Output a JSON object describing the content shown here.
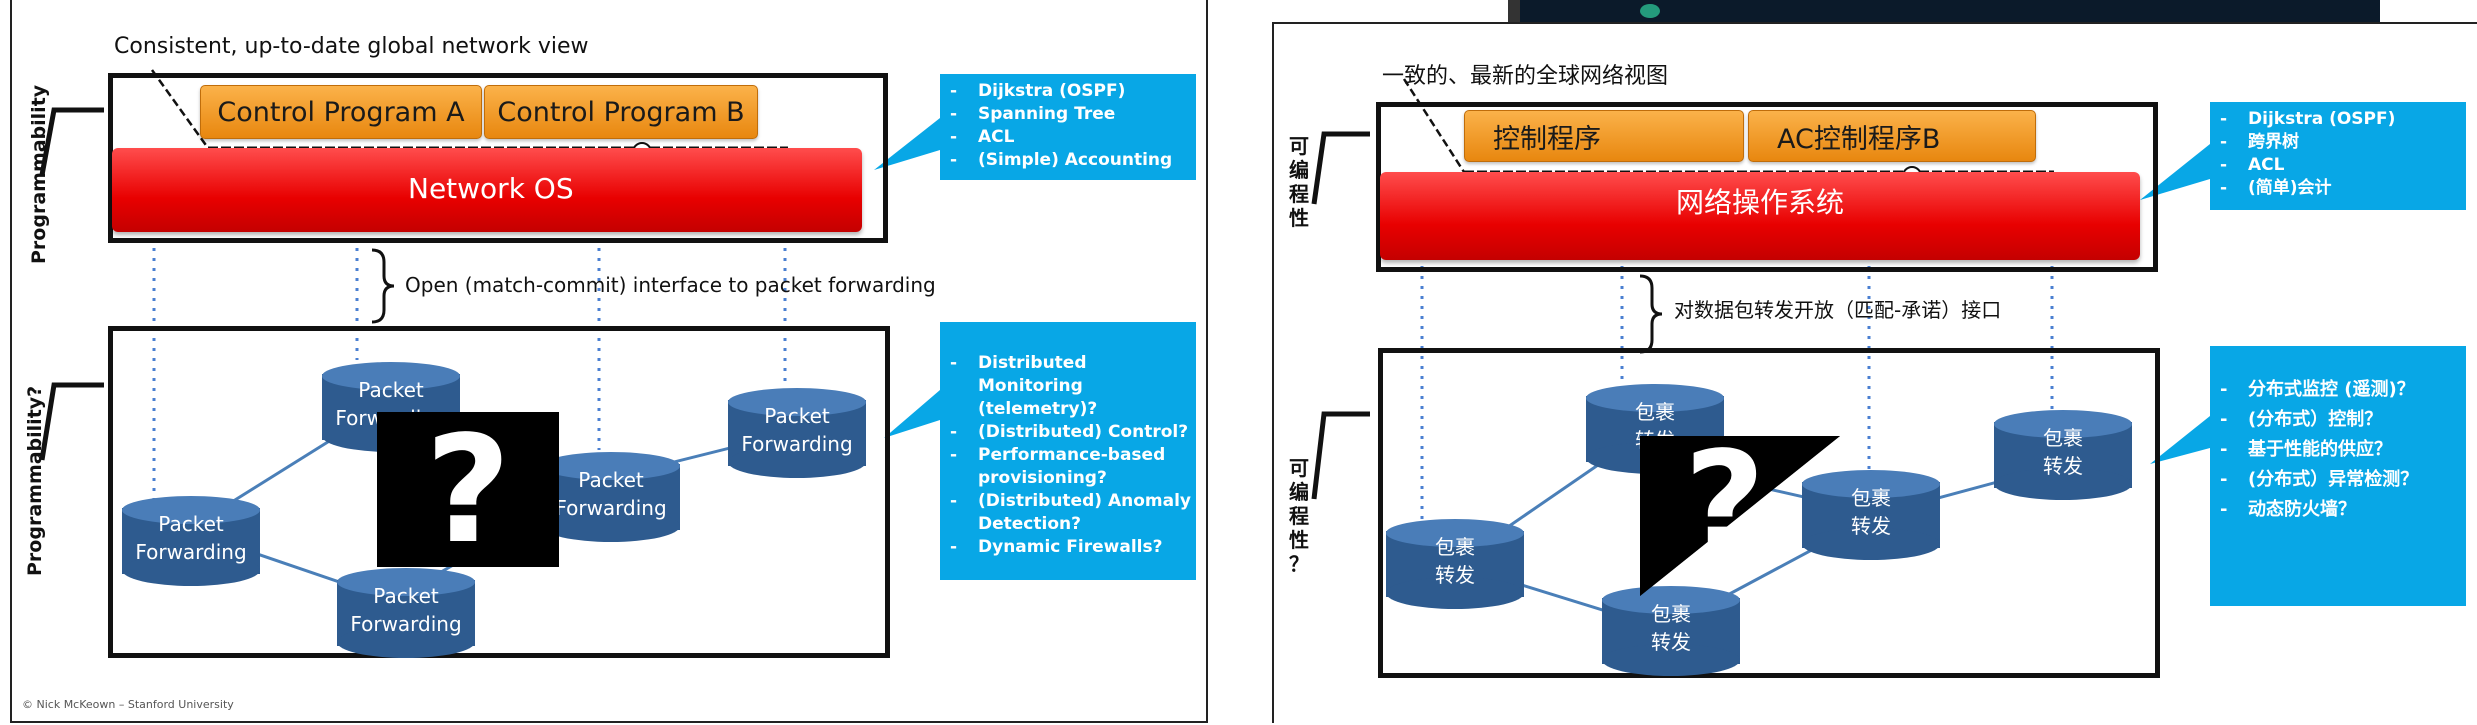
{
  "left": {
    "header": "Consistent, up-to-date global network view",
    "control_a": "Control Program A",
    "control_b": "Control Program B",
    "network_os": "Network OS",
    "interface_label": "Open (match-commit) interface to packet forwarding",
    "side_top": "Programmability",
    "side_bottom": "Programmability?",
    "callout_top": [
      "Dijkstra (OSPF)",
      "Spanning Tree",
      "ACL",
      "(Simple) Accounting"
    ],
    "callout_bottom": [
      "Distributed Monitoring (telemetry)?",
      "(Distributed) Control?",
      "Performance-based provisioning?",
      "(Distributed) Anomaly Detection?",
      "Dynamic Firewalls?"
    ],
    "nodes": [
      {
        "line1": "Packet",
        "line2": "Forwarding"
      },
      {
        "line1": "Packet",
        "line2": "Forwarding"
      },
      {
        "line1": "Packet",
        "line2": "Forwarding"
      },
      {
        "line1": "Packet",
        "line2": "Forwarding"
      },
      {
        "line1": "Packet",
        "line2": "Forwarding"
      }
    ],
    "question_mark": "?",
    "copyright": "© Nick McKeown – Stanford University"
  },
  "right": {
    "header": "一致的、最新的全球网络视图",
    "control_a": "控制程序",
    "control_b": "AC控制程序B",
    "network_os": "网络操作系统",
    "interface_label": "对数据包转发开放（匹配-承诺）接口",
    "side_top": [
      "可",
      "编",
      "程",
      "性"
    ],
    "side_bottom": [
      "可",
      "编",
      "程",
      "性",
      "？"
    ],
    "callout_top": [
      "Dijkstra (OSPF)",
      "跨界树",
      "ACL",
      "(简单)会计"
    ],
    "callout_bottom": [
      "分布式监控 (遥测)？",
      "(分布式）控制？",
      "基于性能的供应？",
      "(分布式）异常检测？",
      "动态防火墙？"
    ],
    "nodes": [
      {
        "line1": "包裹",
        "line2": "转发"
      },
      {
        "line1": "包裹",
        "line2": "转发"
      },
      {
        "line1": "包裹",
        "line2": "转发"
      },
      {
        "line1": "包裹",
        "line2": "转发"
      },
      {
        "line1": "包裹",
        "line2": "转发"
      }
    ],
    "question_mark": "?"
  },
  "colors": {
    "callout": "#08a7e6",
    "node": "#2e5b8f",
    "orange": "#f5a12c",
    "red": "#ee1111"
  }
}
